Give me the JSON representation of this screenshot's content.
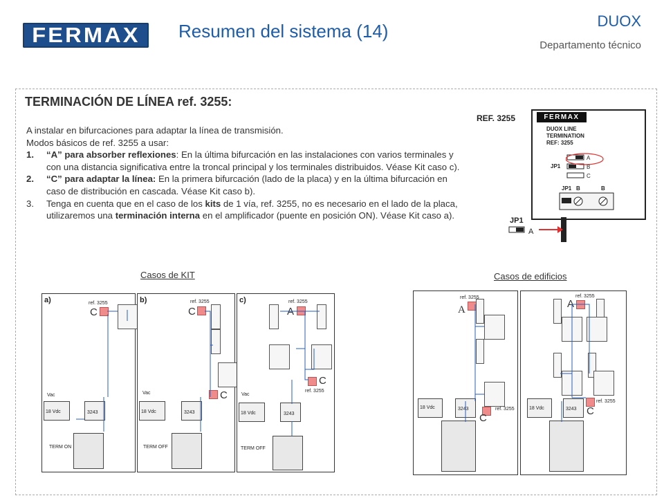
{
  "header": {
    "logo_text": "FERMAX",
    "title": "Resumen del sistema (14)",
    "brand": "DUOX",
    "department": "Departamento técnico"
  },
  "section": {
    "title": "TERMINACIÓN DE LÍNEA ref. 3255:",
    "intro1": "A instalar en bifurcaciones para adaptar la línea de transmisión.",
    "intro2": "Modos básicos de ref. 3255 a usar:",
    "items": [
      {
        "num": "1.",
        "lead": "“A” para absorber reflexiones",
        "text": ": En la última bifurcación en las instalaciones con varios terminales y con una distancia significativa entre la troncal principal y los terminales distribuidos. Véase Kit caso c)."
      },
      {
        "num": "2.",
        "lead": "“C” para adaptar la línea:",
        "text": " En la primera bifurcación (lado de la placa) y en la última bifurcación en caso de distribución en cascada. Véase Kit caso b)."
      },
      {
        "num": "3.",
        "pre": "Tenga en cuenta que en el caso de los ",
        "kits": "kits",
        "mid": " de 1 vía, ref. 3255, no es necesario en el lado de la placa, utilizaremos una ",
        "term": "terminación interna",
        "post": " en el amplificador (puente en posición ON). Véase Kit caso a)."
      }
    ]
  },
  "ref_card": {
    "label": "REF.  3255",
    "logo": "FERMAX",
    "line1": "DUOX LINE",
    "line2": "TERMINATION",
    "line3": "REF: 3255",
    "jp1": "JP1",
    "pos_a": "A",
    "pos_b": "B",
    "pos_c": "C",
    "bottom_jp1": "JP1",
    "bottom_b1": "B",
    "bottom_b2": "B",
    "jumper_label": "JP1",
    "jumper_pos": "A"
  },
  "cases_kit": {
    "title": "Casos de KIT",
    "panels": [
      {
        "caption": "a)",
        "ref": "ref. 3255",
        "mode": "C",
        "term": "TERM ON",
        "psu": "18 Vdc",
        "vac": "Vac",
        "amp": "3243"
      },
      {
        "caption": "b)",
        "ref": "ref. 3255",
        "mode": "C",
        "mode2": "C",
        "term": "TERM OFF",
        "psu": "18 Vdc",
        "vac": "Vac",
        "amp": "3243"
      },
      {
        "caption": "c)",
        "ref": "ref. 3255",
        "mode": "A",
        "mode2": "C",
        "ref2": "ref. 3255",
        "term": "TERM OFF",
        "psu": "18 Vdc",
        "vac": "Vac",
        "amp": "3243"
      }
    ]
  },
  "cases_building": {
    "title": "Casos de edificios",
    "panels": [
      {
        "ref": "ref. 3255",
        "mode": "A",
        "mode2": "C",
        "ref2": "ref. 3255",
        "psu": "18 Vdc",
        "amp": "3243"
      },
      {
        "ref": "ref. 3255",
        "mode": "A",
        "mode2": "C",
        "ref2": "ref. 3255",
        "psu": "18 Vdc",
        "amp": "3243"
      }
    ]
  },
  "colors": {
    "brand_blue": "#1f5ca8",
    "logo_bg": "#1f4e8c",
    "terminator": "#f08b8b",
    "arrow_red": "#e03030",
    "wire_blue": "#2a5cb8"
  }
}
